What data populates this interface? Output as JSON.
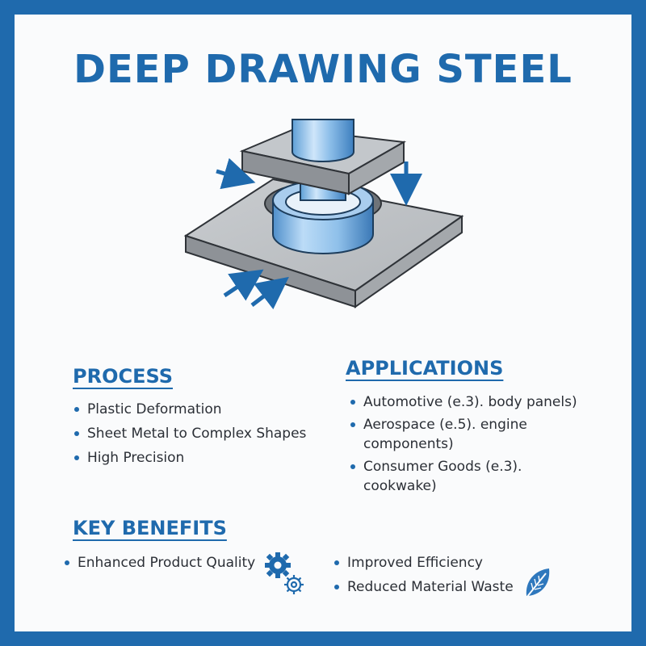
{
  "title": "DEEP DRAWING STEEL",
  "process": {
    "heading": "PROCESS",
    "items": [
      "Plastic Deformation",
      "Sheet Metal to Complex Shapes",
      "High Precision"
    ]
  },
  "applications": {
    "heading": "APPLICATIONS",
    "items": [
      "Automotive (e.3). body panels)",
      "Aerospace (e.5). engine components)",
      "Consumer Goods (e.3). cookwake)"
    ]
  },
  "benefits": {
    "heading": "KEY BENEFITS",
    "items": [
      "Enhanced Product Quality",
      "Improved Efficiency",
      "Reduced Material Waste"
    ],
    "icons": [
      "gears-icon",
      "leaf-icon"
    ]
  },
  "colors": {
    "accent": "#1f6aad",
    "text": "#2b2f36",
    "steel": "#b9bdc1",
    "punch": "#8fc0ea"
  }
}
